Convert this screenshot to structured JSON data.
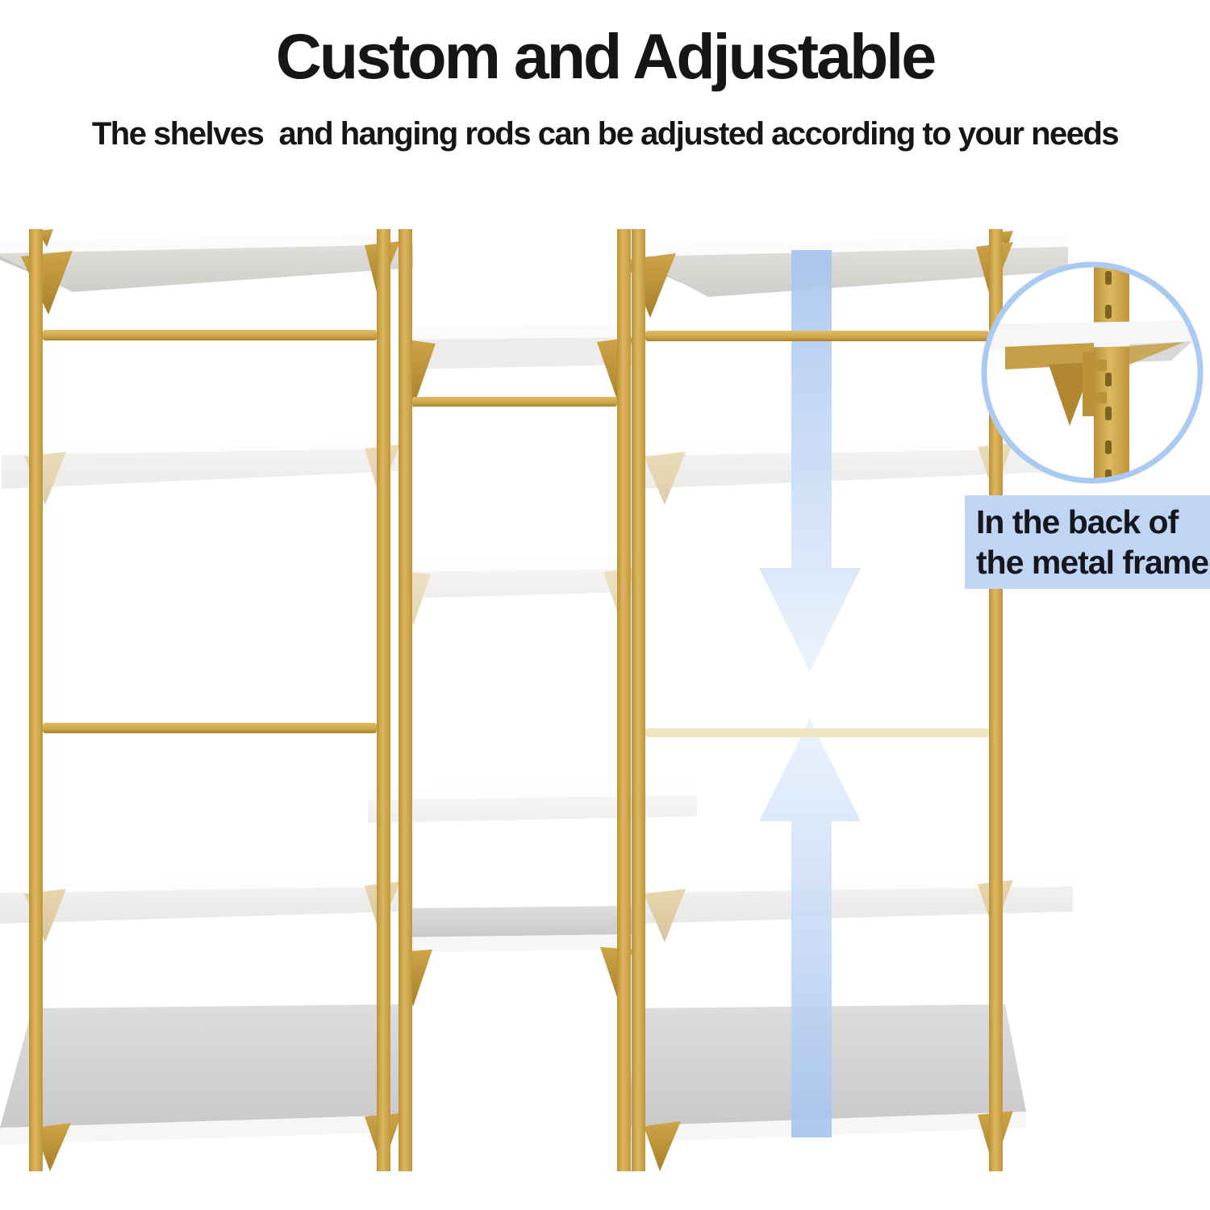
{
  "page": {
    "background": "#ffffff"
  },
  "header": {
    "title": "Custom and Adjustable",
    "subtitle": "The shelves  and hanging rods can be adjusted according to your needs"
  },
  "inset": {
    "caption_line1": "In the back of",
    "caption_line2": "the metal frame"
  },
  "icons": {
    "down_arrow": "adjust-down-arrow",
    "up_arrow": "adjust-up-arrow",
    "zoom_circle": "magnified-detail-circle"
  },
  "colors": {
    "gold": "#cfa64a",
    "gold_light": "#e0bd66",
    "gold_dark": "#a8802a",
    "gold_pale": "#f0e4c0",
    "shelf_white": "#fbfbfb",
    "shelf_face": "#d6d4d1",
    "shelf_shadow": "#c6c4c1",
    "arrow_blue": "#a5c3ee",
    "arrow_blue_faint": "#e9f1fd",
    "inset_border": "#abcaf1",
    "caption_bg": "#bfd5f3",
    "caption_text": "#16161f",
    "text_color": "#161616"
  }
}
